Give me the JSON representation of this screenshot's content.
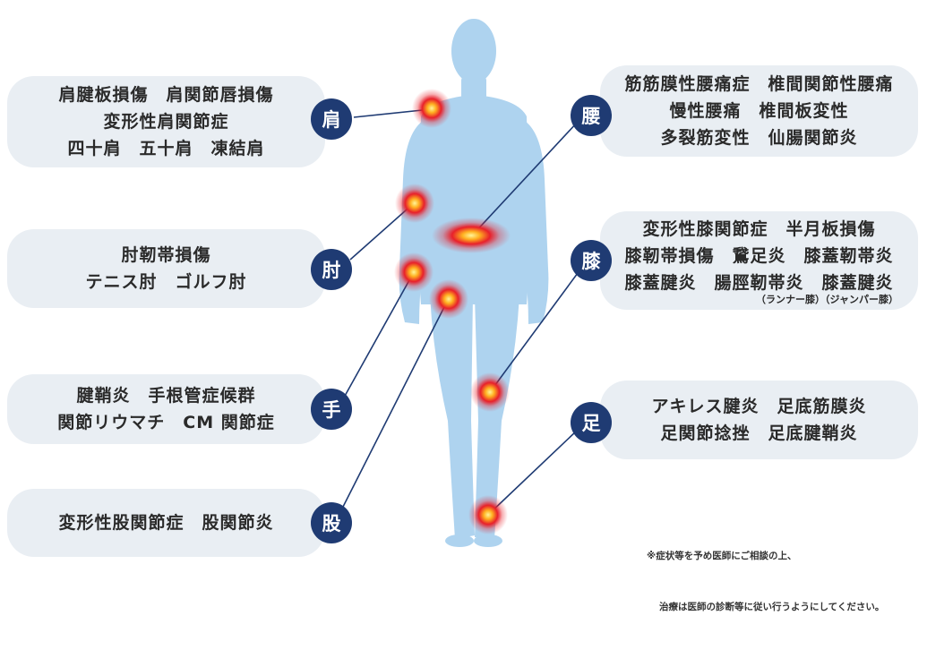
{
  "colors": {
    "badge": "#1f3b73",
    "box": "#e9eef3",
    "body": "#aed3ef",
    "hotspot": "#e8202a",
    "line": "#1f3b73"
  },
  "categories": [
    {
      "id": "shoulder",
      "badge": "肩",
      "lines": [
        "肩腱板損傷　肩関節唇損傷",
        "変形性肩関節症",
        "四十肩　五十肩　凍結肩"
      ]
    },
    {
      "id": "elbow",
      "badge": "肘",
      "lines": [
        "肘靭帯損傷",
        "テニス肘　ゴルフ肘"
      ]
    },
    {
      "id": "hand",
      "badge": "手",
      "lines": [
        "腱鞘炎　手根管症候群",
        "関節リウマチ　CM 関節症"
      ]
    },
    {
      "id": "hip",
      "badge": "股",
      "lines": [
        "変形性股関節症　股関節炎"
      ]
    },
    {
      "id": "waist",
      "badge": "腰",
      "lines": [
        "筋筋膜性腰痛症　椎間関節性腰痛",
        "慢性腰痛　椎間板変性",
        "多裂筋変性　仙腸関節炎"
      ]
    },
    {
      "id": "knee",
      "badge": "膝",
      "lines": [
        "変形性膝関節症　半月板損傷",
        "膝靭帯損傷　鵞足炎　膝蓋靭帯炎",
        "膝蓋腱炎　腸脛靭帯炎　膝蓋腱炎"
      ],
      "sub": "（ランナー膝）（ジャンパー膝）"
    },
    {
      "id": "foot",
      "badge": "足",
      "lines": [
        "アキレス腱炎　足底筋膜炎",
        "足関節捻挫　足底腱鞘炎"
      ]
    }
  ],
  "note": [
    "※症状等を予め医師にご相談の上、",
    "治療は医師の診断等に従い行うようにしてください。"
  ]
}
